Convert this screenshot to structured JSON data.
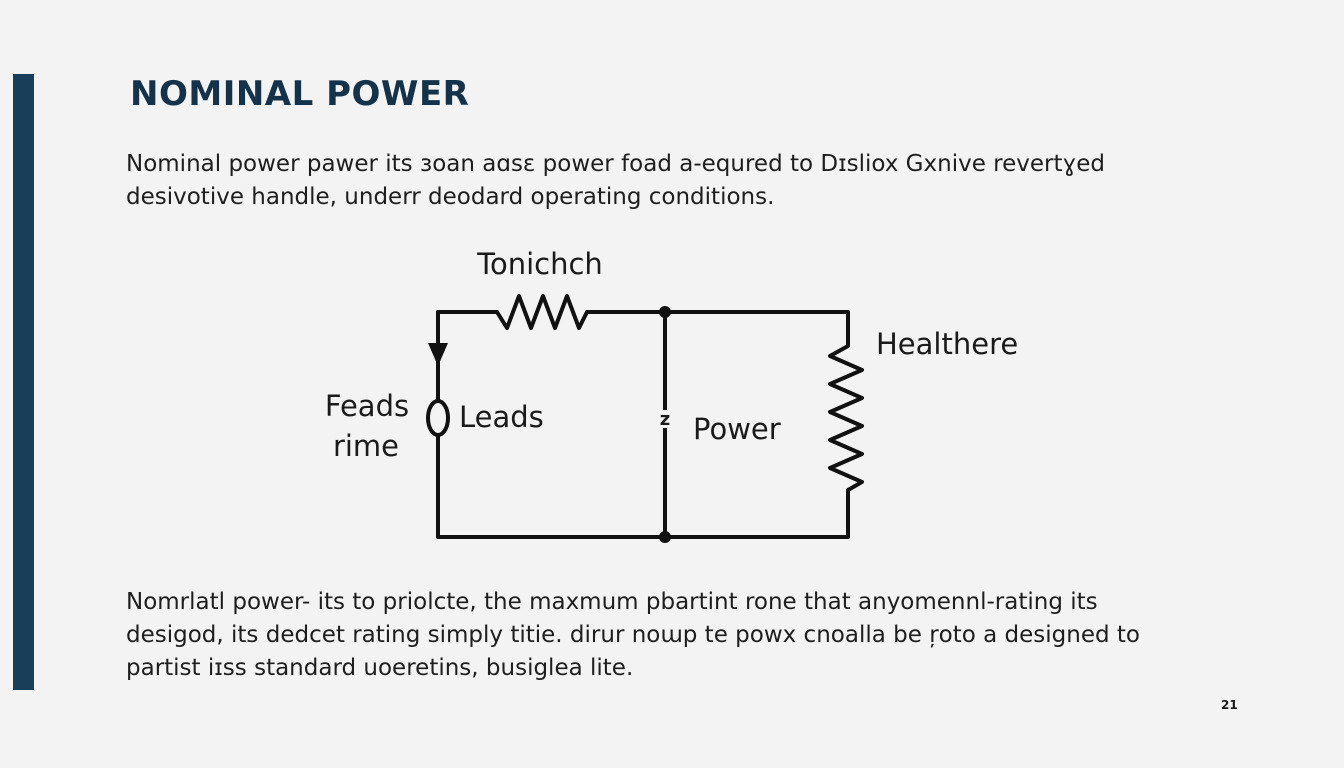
{
  "slide": {
    "title": "NOMINAL POWER",
    "intro_lines": [
      "Nominal power pawer its ɜoan aɑsɛ power foad a-equred to Dɪsliox Gxnive revertɣed",
      "desivotive handle, underr deodard operating  conditions."
    ],
    "closing_lines": [
      "Nomrlatl power- its to priolcte, the maxmum pbartint rone that anyomennl-rating its",
      "desigod, its dedcet rating simply titie. dirur noɯp te powx cnoalla be ŗoto a designed to",
      "partist iɪss standard uoeretins, busiglea lite."
    ],
    "page_number": "21"
  },
  "circuit": {
    "labels": {
      "top_resistor": "Tonichch",
      "right_resistor": "Healthere",
      "left_label_line1": "Feads",
      "left_label_line2": "rime",
      "source_label": "Leads",
      "middle_label": "Power",
      "middle_symbol": "z"
    }
  },
  "colors": {
    "accent": "#173f5c",
    "title": "#14324a",
    "background": "#f3f3f3",
    "wire": "#111111"
  }
}
